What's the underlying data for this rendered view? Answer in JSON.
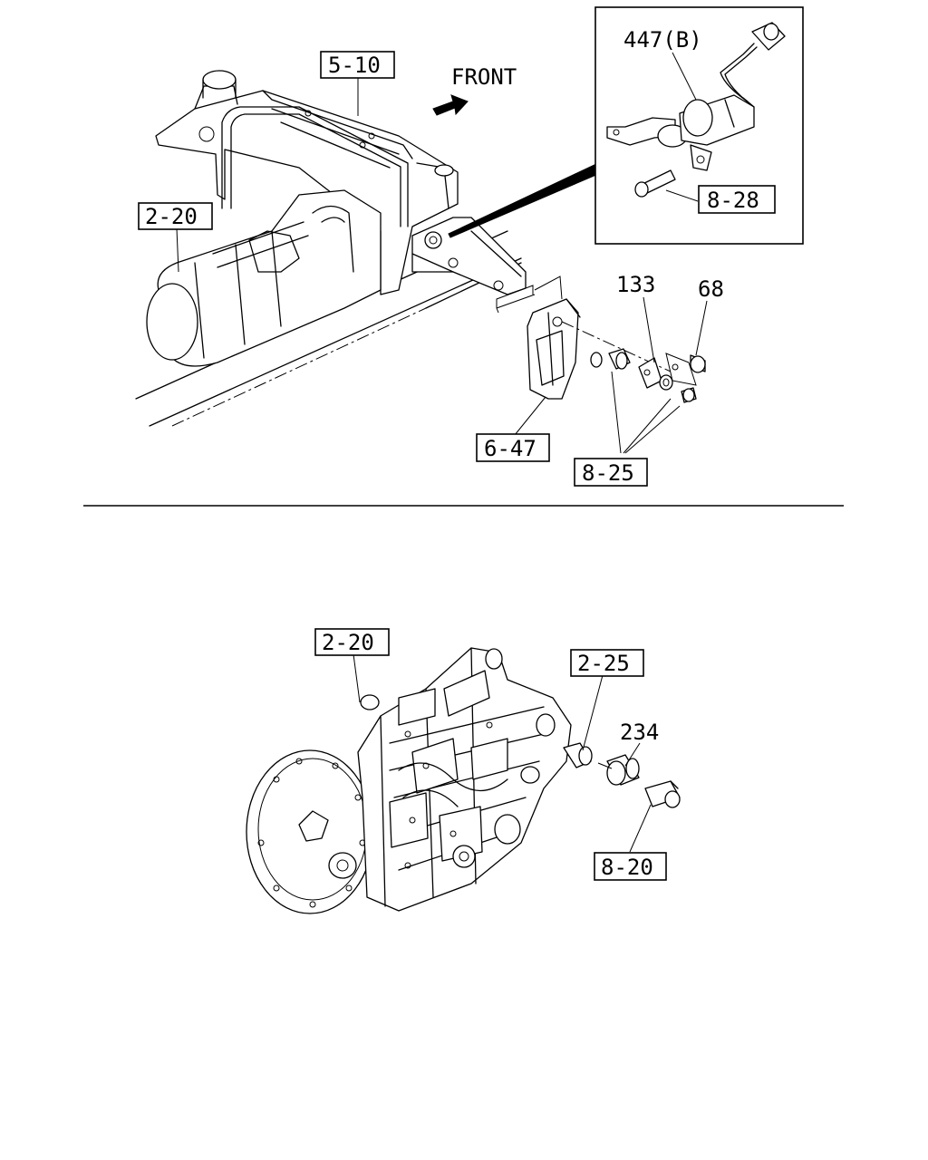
{
  "upper": {
    "labels": {
      "ref_5_10": "5-10",
      "front": "FRONT",
      "ref_2_20": "2-20",
      "part_447b": "447(B)",
      "ref_8_28": "8-28",
      "part_133": "133",
      "part_68": "68",
      "ref_6_47": "6-47",
      "ref_8_25": "8-25"
    }
  },
  "lower": {
    "labels": {
      "ref_2_20": "2-20",
      "ref_2_25": "2-25",
      "part_234": "234",
      "ref_8_20": "8-20"
    }
  }
}
